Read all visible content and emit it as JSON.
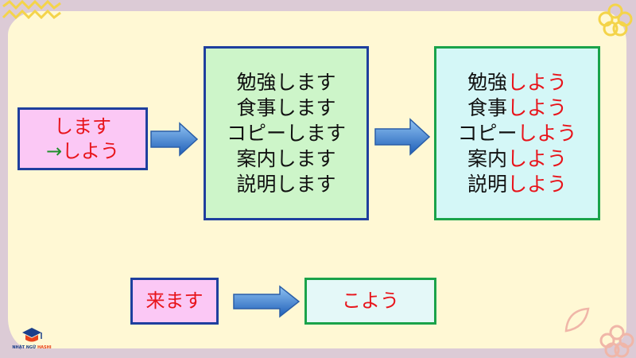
{
  "rule": {
    "from": "します",
    "arrow_glyph": "→",
    "to": "しよう"
  },
  "verbs": [
    {
      "stem": "勉強",
      "masu": "します",
      "volitional": "しよう"
    },
    {
      "stem": "食事",
      "masu": "します",
      "volitional": "しよう"
    },
    {
      "stem": "コピー",
      "masu": "します",
      "volitional": "しよう"
    },
    {
      "stem": "案内",
      "masu": "します",
      "volitional": "しよう"
    },
    {
      "stem": "説明",
      "masu": "します",
      "volitional": "しよう"
    }
  ],
  "kuru": {
    "masu": "来ます",
    "volitional": "こよう"
  },
  "logo": {
    "line1": "NHẬT NGỮ",
    "line2": "HASHI"
  },
  "colors": {
    "accent_red": "#e8141b",
    "rule_green": "#1f8f2a",
    "pink_box": "#fbc8f5",
    "green_box": "#cdf5c9",
    "cyan_box": "#d4f7f7",
    "blue_border": "#1e3f9e",
    "green_border": "#1aa34a",
    "arrow_blue": "#2f7ad8"
  }
}
